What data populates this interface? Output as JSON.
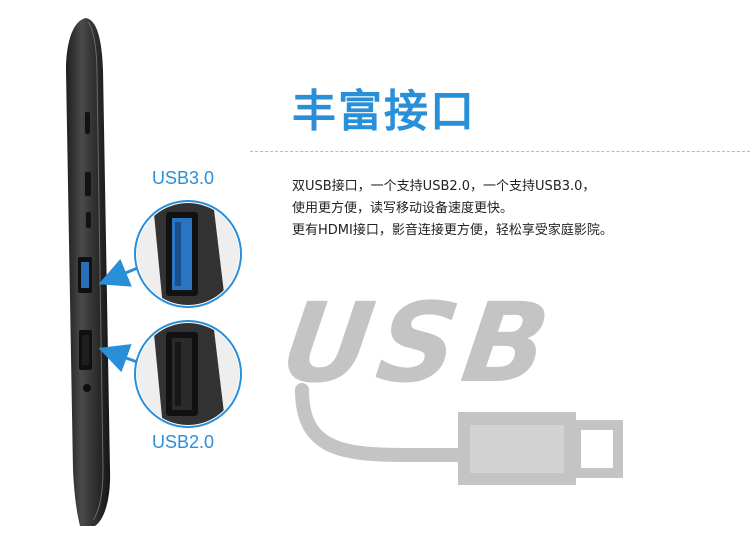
{
  "heading": {
    "title": "丰富接口"
  },
  "description": {
    "lines": [
      "双USB接口，一个支持USB2.0，一个支持USB3.0，",
      "使用更方便，读写移动设备速度更快。",
      "更有HDMI接口，影音连接更方便，轻松享受家庭影院。"
    ]
  },
  "ports": {
    "usb3_label": "USB3.0",
    "usb2_label": "USB2.0"
  },
  "logo": {
    "text": "USB"
  },
  "colors": {
    "accent": "#2a8fd9",
    "device": "#3a3a3a",
    "logo_gray": "#c4c4c4"
  }
}
